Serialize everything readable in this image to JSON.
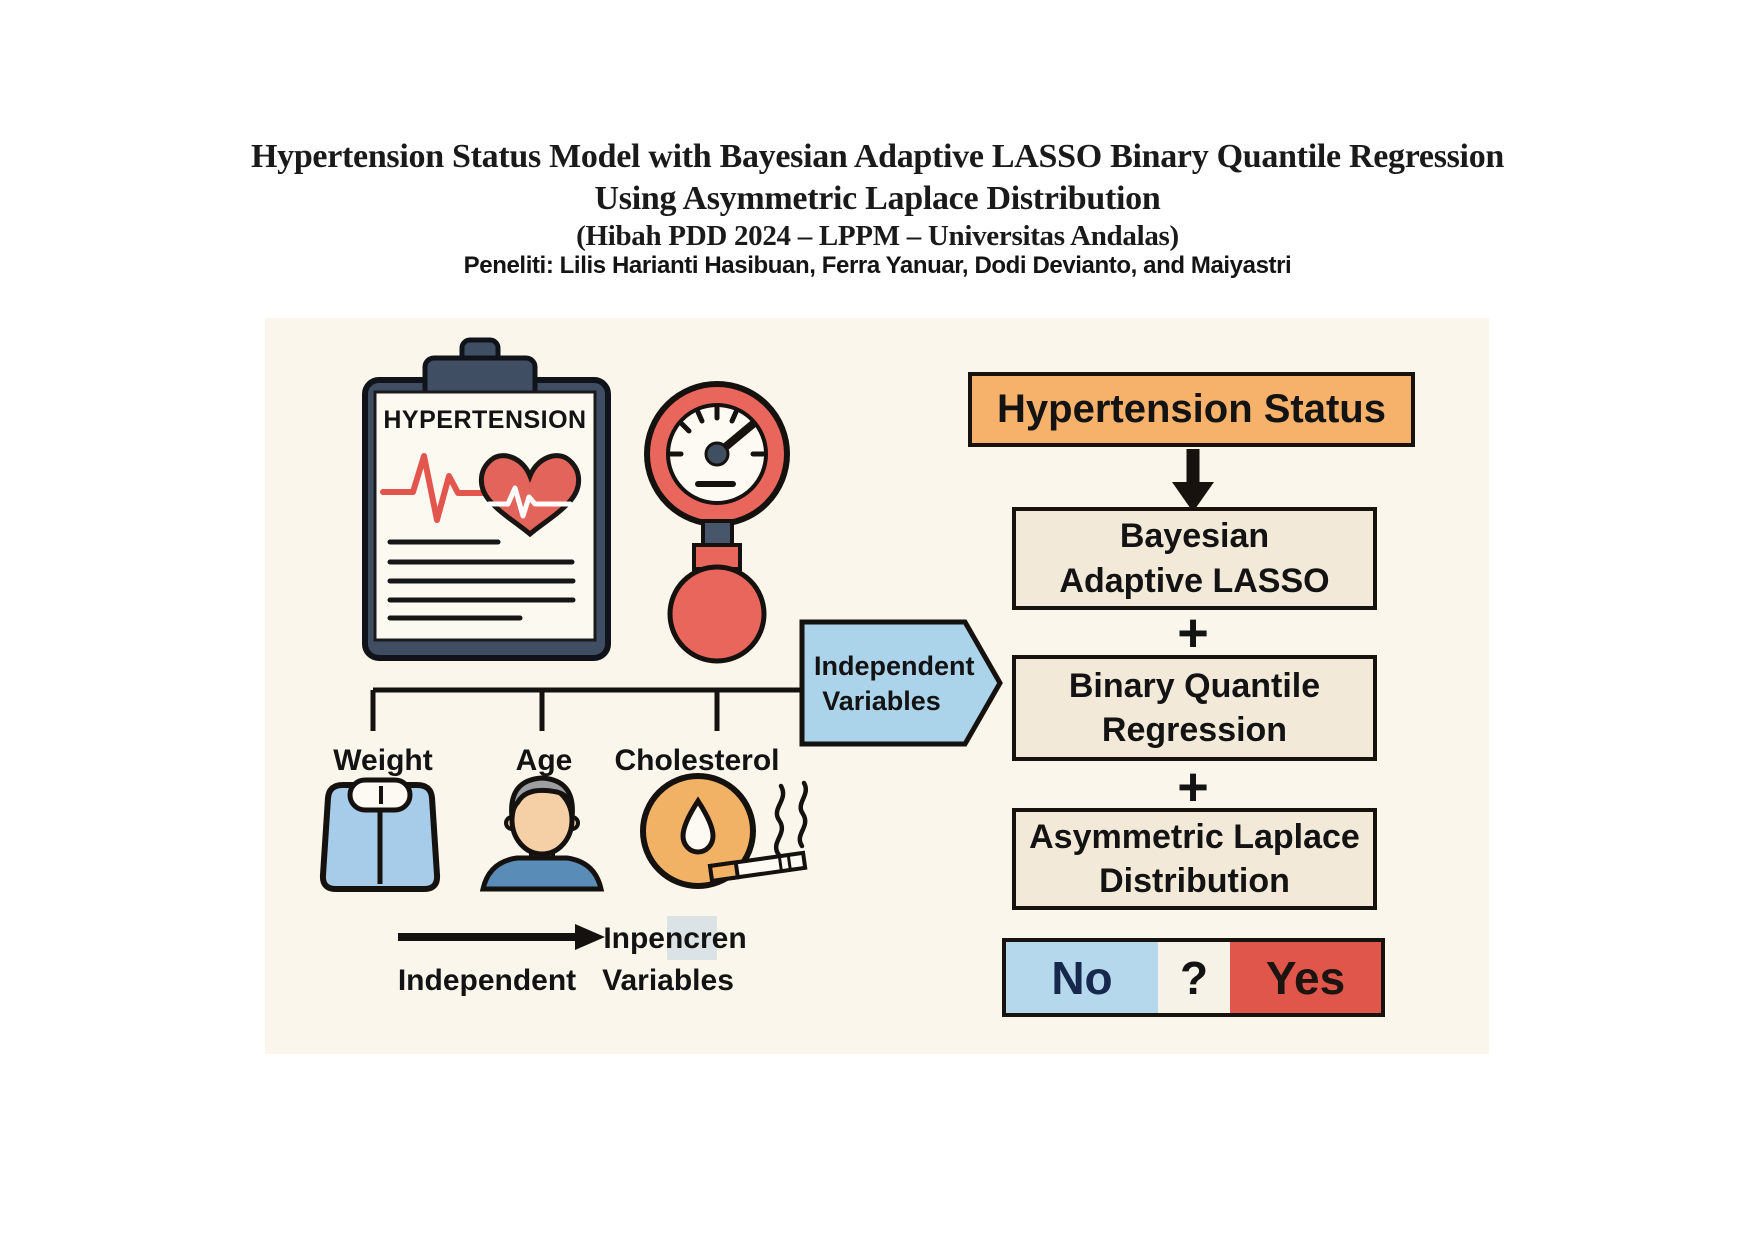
{
  "title": {
    "line1": "Hypertension Status Model with Bayesian Adaptive LASSO Binary Quantile Regression",
    "line2": "Using Asymmetric Laplace Distribution",
    "line3": "(Hibah PDD 2024 – LPPM – Universitas Andalas)",
    "authors": "Peneliti: Lilis Harianti Hasibuan, Ferra Yanuar, Dodi Devianto, and Maiyastri"
  },
  "illustration": {
    "clipboard_title": "HYPERTENSION",
    "variables": [
      {
        "label": "Weight",
        "icon": "weight-scale-icon"
      },
      {
        "label": "Age",
        "icon": "person-icon"
      },
      {
        "label": "Cholesterol",
        "icon": "cholesterol-cigarette-icon"
      }
    ],
    "arrow_caption_top": "Inpencren",
    "arrow_caption_bottom_1": "Independent",
    "arrow_caption_bottom_2": "Variables",
    "icons": [
      "clipboard-icon",
      "heart-ekg-icon",
      "blood-pressure-gauge-icon",
      "weight-scale-icon",
      "person-icon",
      "cholesterol-cigarette-icon",
      "smoke-icon",
      "right-arrow-icon"
    ]
  },
  "pointer": {
    "line1": "Independent",
    "line2": "Variables"
  },
  "flowchart": {
    "status_box": "Hypertension Status",
    "plus": "+",
    "boxes": [
      {
        "line1": "Bayesian",
        "line2": "Adaptive LASSO"
      },
      {
        "line1": "Binary Quantile",
        "line2": "Regression"
      },
      {
        "line1": "Asymmetric Laplace",
        "line2": "Distribution"
      }
    ],
    "outcome": {
      "no": "No",
      "question": "?",
      "yes": "Yes"
    }
  },
  "colors": {
    "panel_bg": "#faf6ec",
    "status_orange": "#f6b26a",
    "box_beige": "#f2e9d9",
    "pointer_blue": "#abd3ea",
    "no_blue": "#b5d8ec",
    "yes_red": "#e0564a",
    "accent_red": "#e8665c",
    "clipboard_slate": "#3f4e63",
    "scale_blue": "#a7cce9",
    "shirt_blue": "#5a8cb8",
    "donut_orange": "#f2b266",
    "no_text_navy": "#16294d"
  }
}
